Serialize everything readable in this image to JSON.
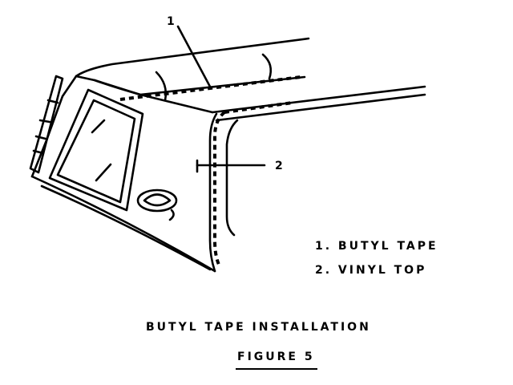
{
  "callouts": {
    "one": "1",
    "two": "2"
  },
  "legend": {
    "items": [
      {
        "label": "1. BUTYL TAPE"
      },
      {
        "label": "2. VINYL TOP"
      }
    ]
  },
  "caption": "BUTYL TAPE INSTALLATION",
  "figure_label": "FIGURE 5"
}
